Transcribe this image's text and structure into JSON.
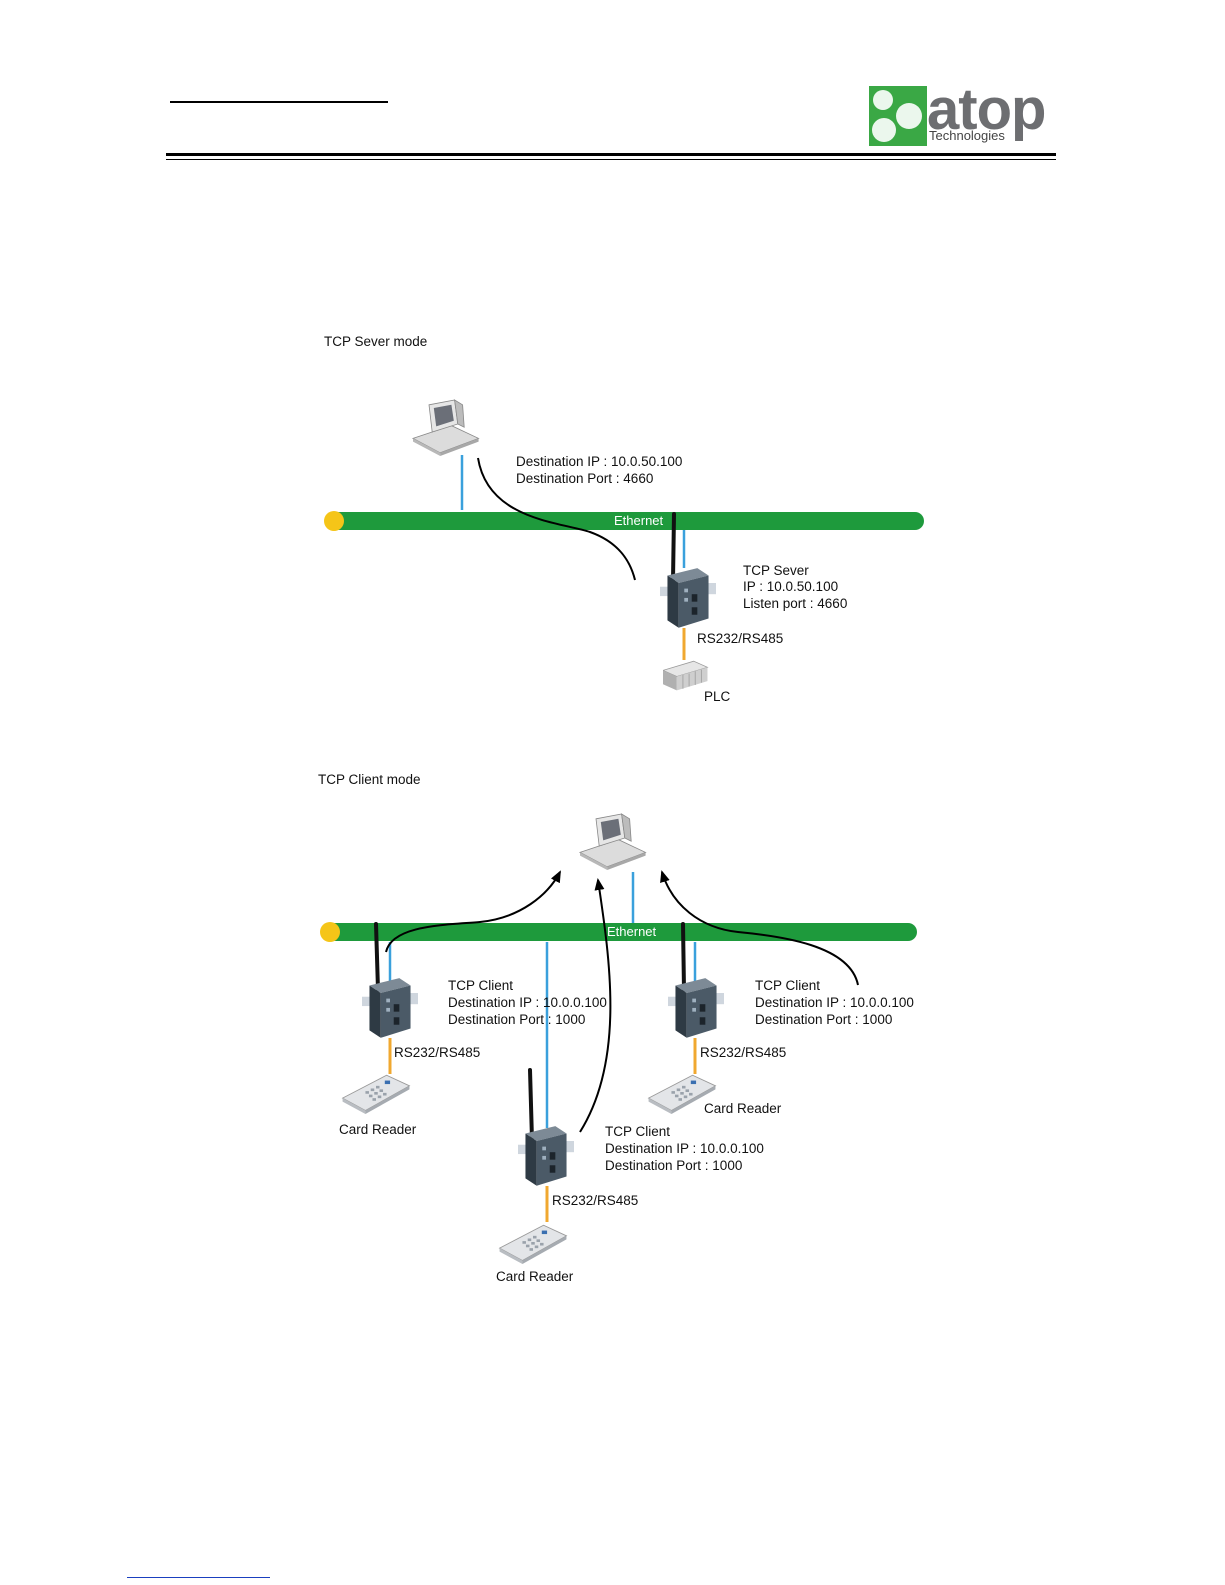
{
  "logo": {
    "brand": "atop",
    "tagline": "Technologies"
  },
  "server_section": {
    "title": "TCP Sever mode",
    "pc_dest_ip": "Destination IP : 10.0.50.100",
    "pc_dest_port": "Destination Port : 4660",
    "ethernet": "Ethernet",
    "server_role": "TCP Sever",
    "server_ip": "IP : 10.0.50.100",
    "server_port": "Listen port : 4660",
    "serial": "RS232/RS485",
    "plc": "PLC"
  },
  "client_section": {
    "title": "TCP Client mode",
    "ethernet": "Ethernet",
    "clients": [
      {
        "role": "TCP Client",
        "dest_ip": "Destination IP : 10.0.0.100",
        "dest_port": "Destination Port : 1000",
        "serial": "RS232/RS485",
        "device": "Card Reader"
      },
      {
        "role": "TCP Client",
        "dest_ip": "Destination IP : 10.0.0.100",
        "dest_port": "Destination Port : 1000",
        "serial": "RS232/RS485",
        "device": "Card Reader"
      },
      {
        "role": "TCP Client",
        "dest_ip": "Destination IP : 10.0.0.100",
        "dest_port": "Destination Port : 1000",
        "serial": "RS232/RS485",
        "device": "Card Reader"
      }
    ]
  },
  "colors": {
    "ethernet": "#1e9a3c",
    "ethernet_cap": "#f5c518",
    "lan_cable": "#3aa0dc",
    "serial_cable": "#f0a830",
    "logo_green": "#3aa845"
  }
}
